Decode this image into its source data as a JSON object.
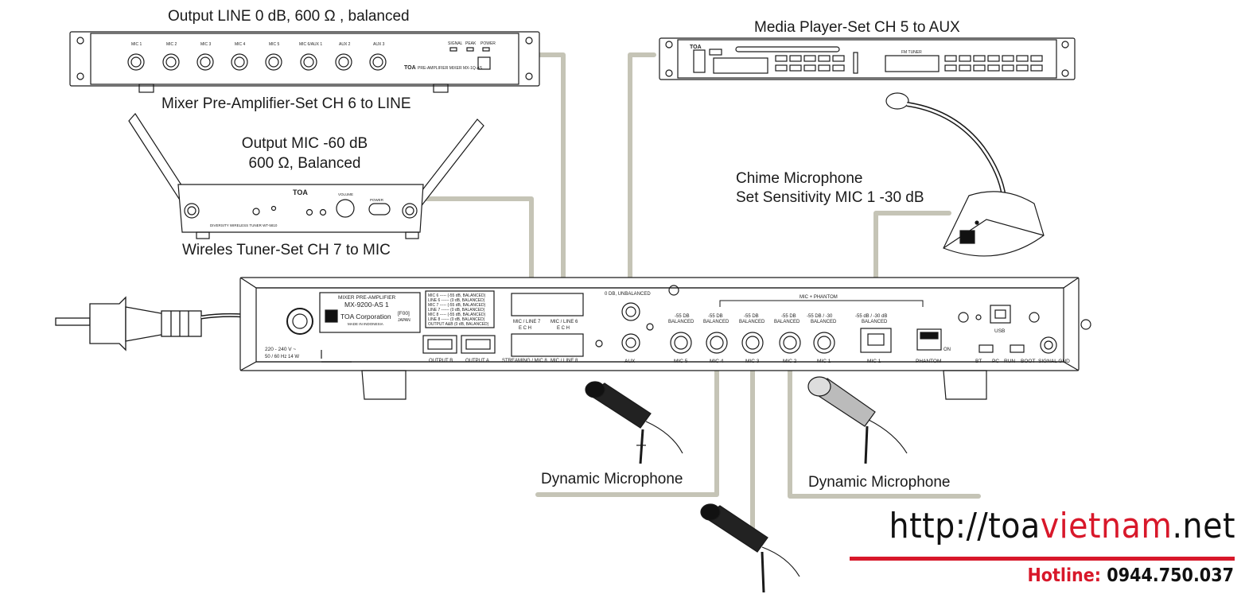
{
  "labels": {
    "mixer_output": "Output LINE 0 dB, 600 Ω , balanced",
    "mixer_name": "Mixer Pre-Amplifier-Set CH 6 to LINE",
    "tuner_output_1": "Output MIC -60 dB",
    "tuner_output_2": "600 Ω, Balanced",
    "tuner_name": "Wireles Tuner-Set CH 7 to MIC",
    "media_player": "Media Player-Set CH 5 to AUX",
    "chime_1": "Chime Microphone",
    "chime_2": "Set Sensitivity MIC 1 -30 dB",
    "dyn_left": "Dynamic Microphone",
    "dyn_right": "Dynamic Microphone"
  },
  "panel": {
    "model_1": "MIXER PRE-AMPLIFIER",
    "model_2": "MX-9200-AS 1",
    "corp": "TOA Corporation",
    "made": "MADE IN INDONESIA",
    "f00": "[F00]",
    "japan": "JAPAN",
    "power_1": "220 - 240 V ~",
    "power_2": "50 / 60 Hz 14 W",
    "spec_lines": [
      "MIC 6 ----- (-55 dB, BALANCED)",
      "LINE 6 ------ (0 dB, BALANCED)",
      "MIC 7 ----- (-55 dB, BALANCED)",
      "LINE 7 ------ (0 dB, BALANCED)",
      "MIC 8 ----- (-55 dB, BALANCED)",
      "LINE 8 ------ (0 dB, BALANCED)",
      "OUTPUT A&B (0 dB, BALANCED)"
    ],
    "mic_line_7": "MIC / LINE 7",
    "mic_line_6": "MIC / LINE 6",
    "mic_line_8": "MIC / LINE 8",
    "streaming": "STREAMING / MIC 8",
    "output_b": "OUTPUT B",
    "output_a": "OUTPUT A",
    "ech": "E  C  H",
    "unbalanced": "0 DB, UNBALANCED",
    "aux": "AUX",
    "mic_phantom": "MIC + PHANTOM",
    "bal_55": "-55 DB",
    "balanced": "BALANCED",
    "bal_55_30": "-55 DB / -30",
    "bal_55_30b": "-55 dB / -30 dB",
    "mic5": "MIC 5",
    "mic4": "MIC 4",
    "mic3": "MIC 3",
    "mic2": "MIC 2",
    "mic1": "MIC 1",
    "mic1_rj": "MIC 1",
    "phantom": "PHANTOM",
    "on": "ON",
    "usb": "USB",
    "bt": "BT",
    "pc": "PC",
    "run": "RUN",
    "boot": "BOOT",
    "signal_gnd": "SIGNAL GND"
  },
  "device_text": {
    "toa": "TOA",
    "mixer_model": "PRE-AMPLIFIER MIXER MX-1Q-AS",
    "mixer_knobs": [
      "MIC 1",
      "MIC 2",
      "MIC 3",
      "MIC 4",
      "MIC 5",
      "MIC 6/AUX 1",
      "AUX 2",
      "AUX 3"
    ],
    "mixer_leds": [
      "SIGNAL",
      "PEAK",
      "POWER"
    ],
    "tuner_model": "DIVERSITY WIRELESS TUNER WT-5810",
    "tuner_volume": "VOLUME",
    "tuner_power": "POWER",
    "fm_tuner": "FM TUNER"
  },
  "brand": {
    "prefix": "http://toa",
    "accent": "vietnam",
    "suffix": ".net",
    "hotline_label": "Hotline:",
    "hotline_number": "0944.750.037"
  },
  "colors": {
    "cable": "#c5c4b6",
    "line": "#1a1a1a",
    "accent": "#d8182a"
  }
}
